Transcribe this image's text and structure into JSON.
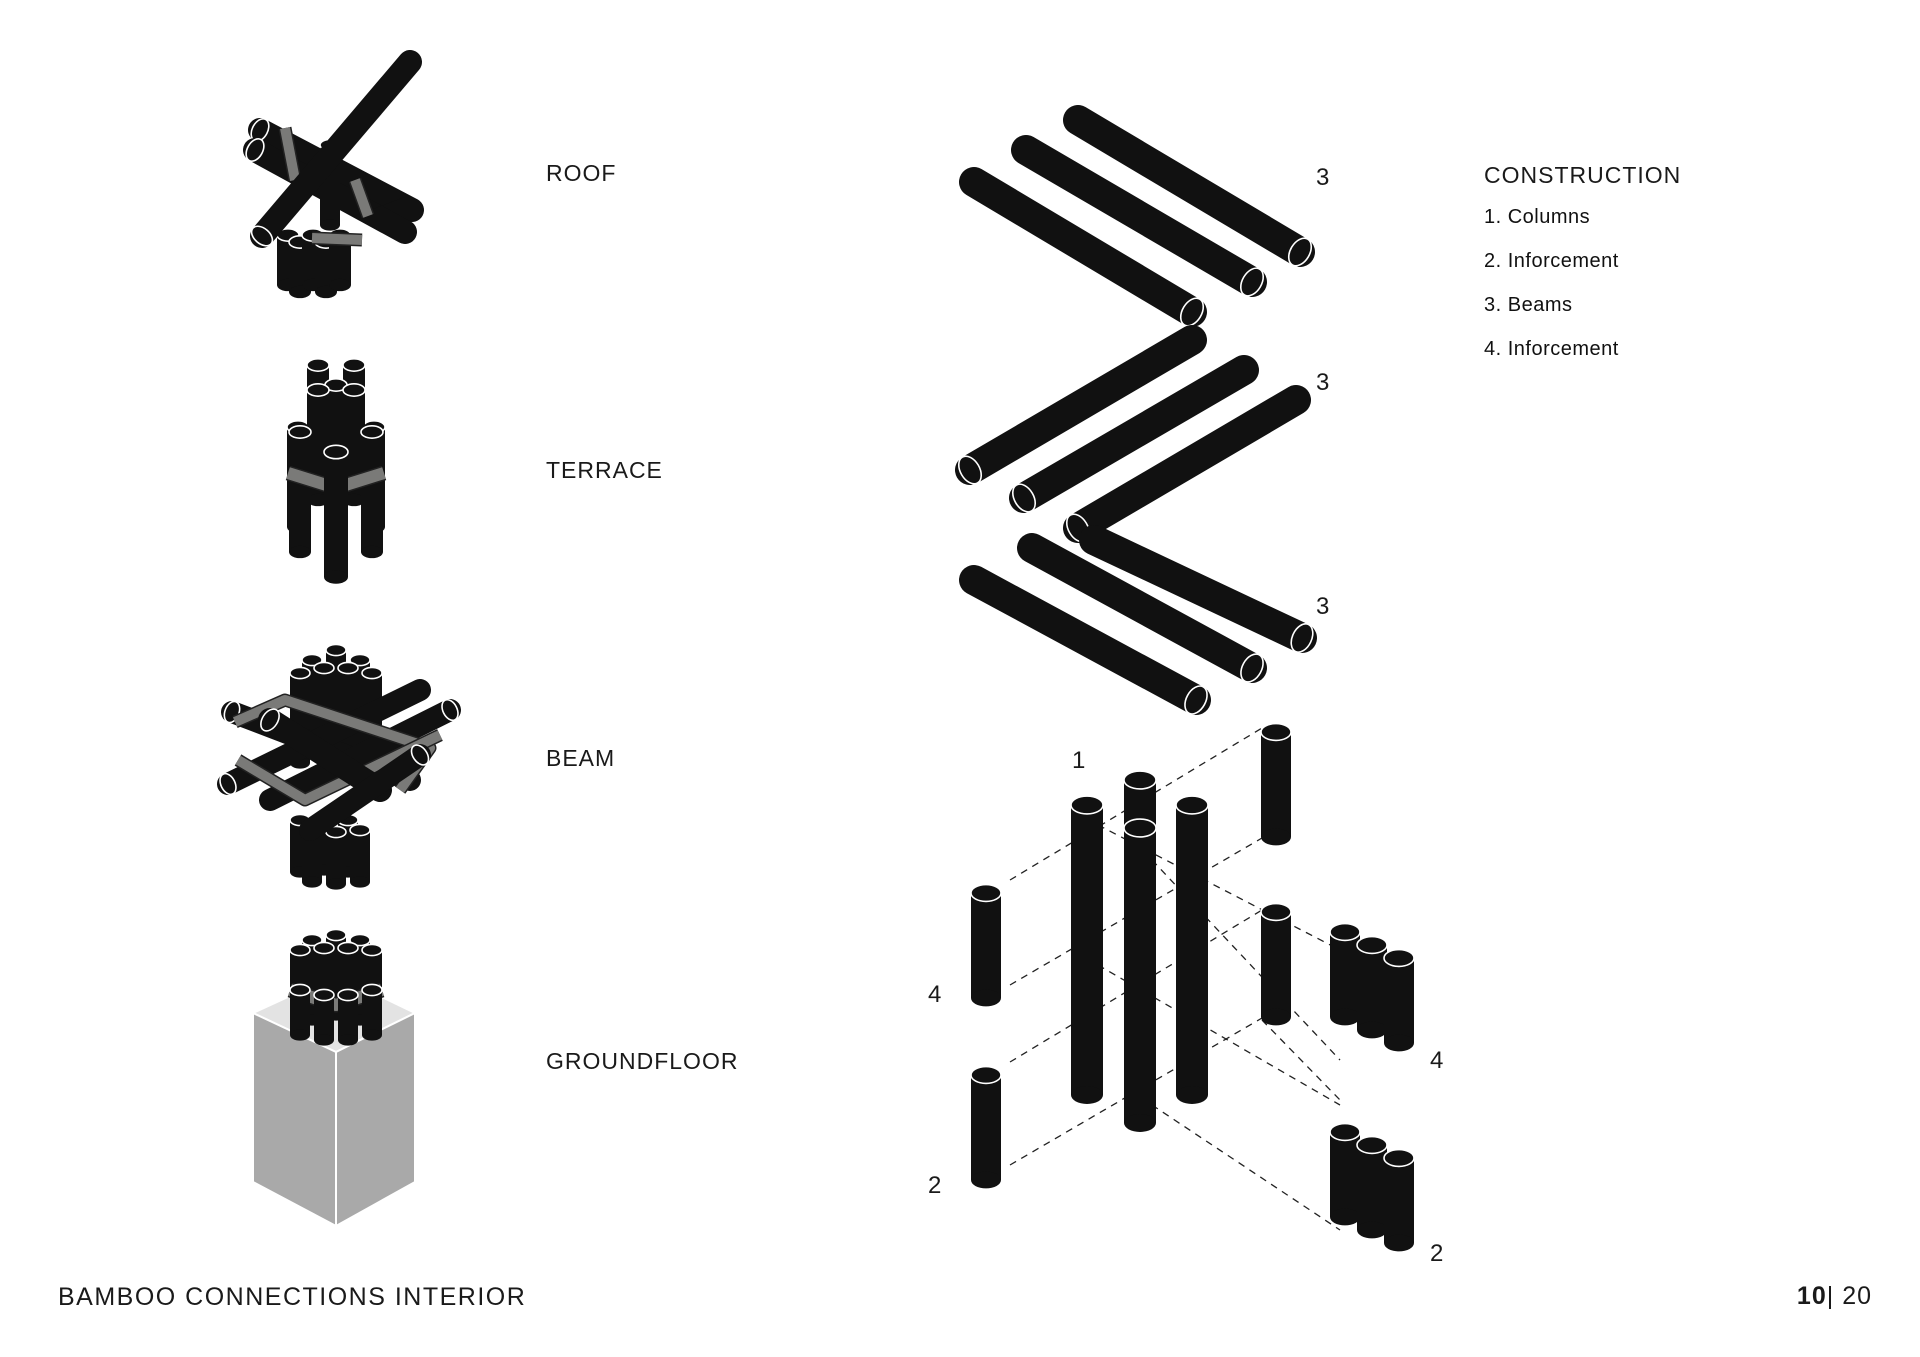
{
  "levels": {
    "roof": "ROOF",
    "terrace": "TERRACE",
    "beam": "BEAM",
    "groundfloor": "GROUNDFLOOR"
  },
  "legend": {
    "title": "CONSTRUCTION",
    "items": [
      "1. Columns",
      "2. Inforcement",
      "3. Beams",
      "4. Inforcement"
    ]
  },
  "exploded_labels": {
    "beams_top": "3",
    "beams_mid": "3",
    "beams_low": "3",
    "columns": "1",
    "inforcement_left": "4",
    "inforcement_right": "4",
    "base_left": "2",
    "base_right": "2"
  },
  "footer": {
    "title": "BAMBOO CONNECTIONS INTERIOR",
    "page_current": "10",
    "page_sep": "|",
    "page_total": "20"
  },
  "colors": {
    "bamboo": "#111111",
    "band": "#7a7a78",
    "concrete_front": "#a9a9a9",
    "concrete_top": "#e3e3e3"
  }
}
